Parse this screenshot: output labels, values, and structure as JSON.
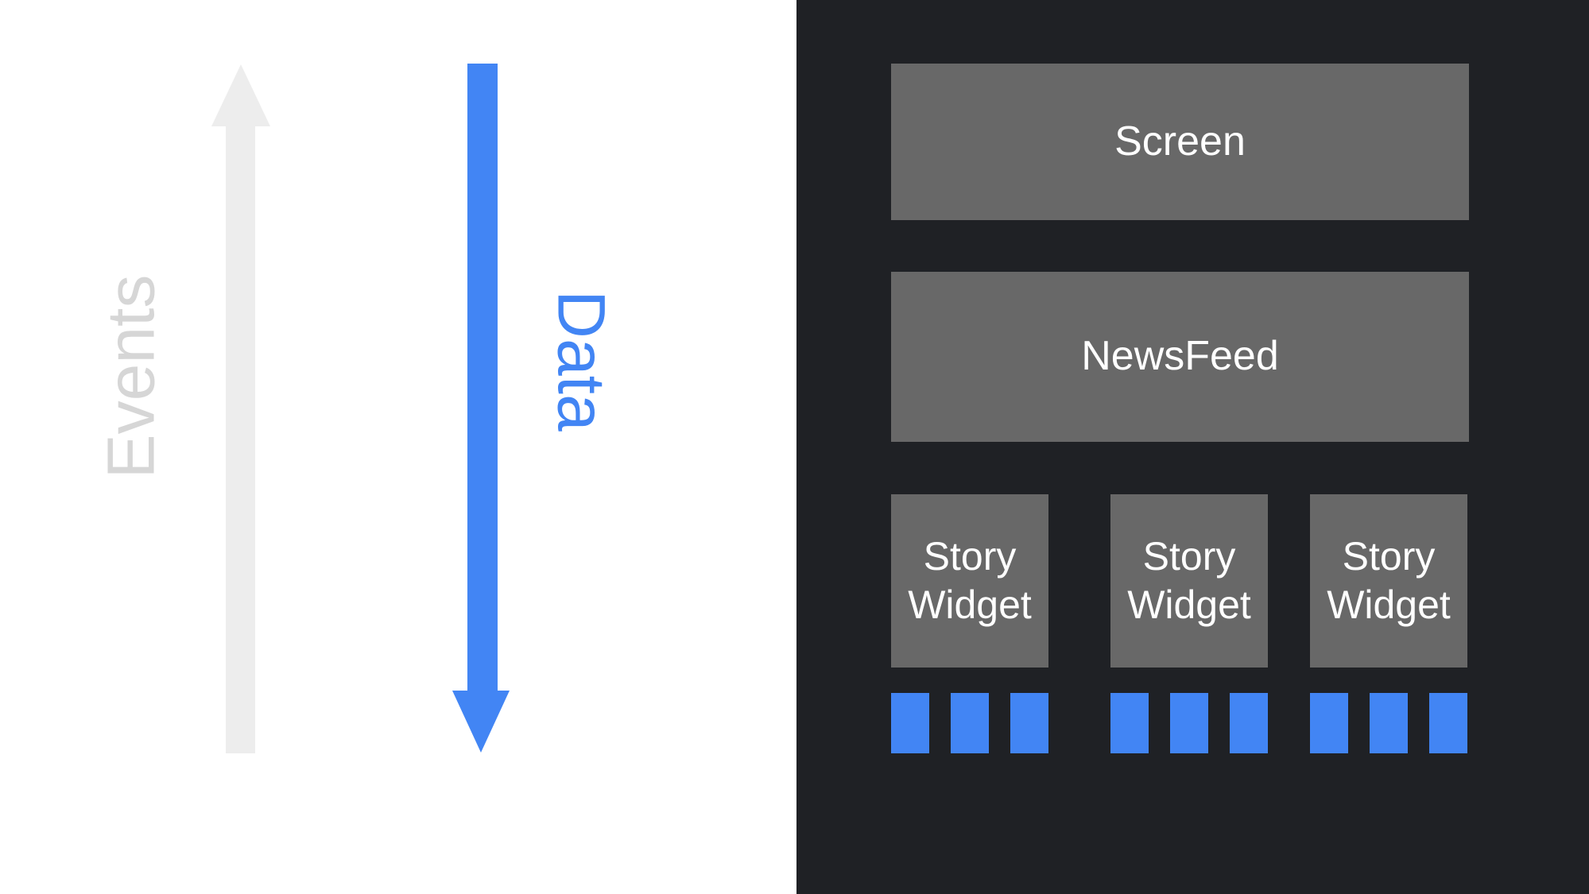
{
  "diagram": {
    "left": {
      "events_label": "Events",
      "data_label": "Data"
    },
    "right": {
      "screen_label": "Screen",
      "newsfeed_label": "NewsFeed",
      "story_widgets": [
        "Story Widget",
        "Story Widget",
        "Story Widget"
      ],
      "squares_per_widget": 3
    },
    "colors": {
      "page-bg": "#ffffff",
      "panel-bg": "#1f2125",
      "box-gray": "#686868",
      "box-text": "#ffffff",
      "accent-blue": "#4285f4",
      "arrow-gray": "#ededed",
      "events-text": "#d6d6d6"
    }
  }
}
